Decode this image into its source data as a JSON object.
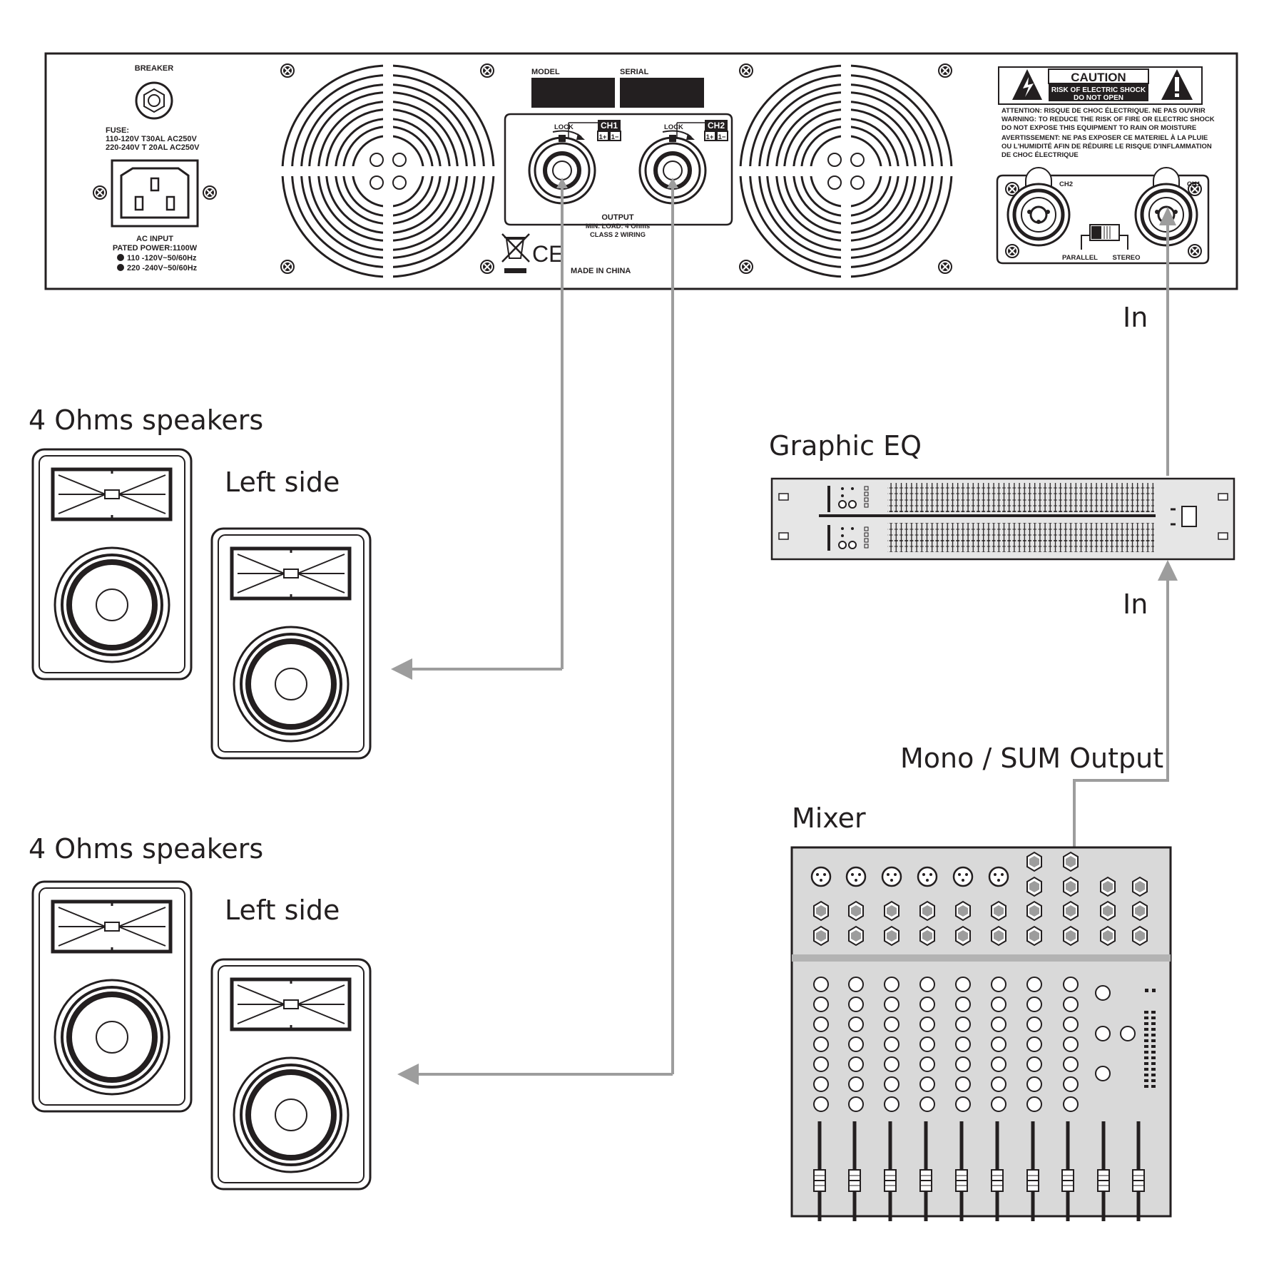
{
  "labels": {
    "speakers_top": "4 Ohms speakers",
    "speakers_bottom": "4 Ohms speakers",
    "left_side_top": "Left side",
    "left_side_bottom": "Left side",
    "graphic_eq": "Graphic EQ",
    "mixer": "Mixer",
    "in_amp": "In",
    "in_eq": "In",
    "mono_sum_output": "Mono / SUM Output"
  },
  "amp_panel": {
    "breaker": "BREAKER",
    "fuse": "FUSE:",
    "fuse_line1": "110-120V   T30AL  AC250V",
    "fuse_line2": "220-240V   T 20AL   AC250V",
    "ac_input": "AC INPUT",
    "rated_power": "PATED POWER:1100W",
    "volt1": "110 -120V~50/60Hz",
    "volt2": "220 -240V~50/60Hz",
    "model": "MODEL",
    "serial": "SERIAL",
    "lock": "LOCK",
    "ch1": "CH1",
    "ch2": "CH2",
    "polarity_plus": "1+",
    "polarity_minus": "1−",
    "output": "OUTPUT",
    "min_load": "MIN. LOAD: 4 Ohms",
    "class2": "CLASS 2 WIRING",
    "ce": "CE",
    "made_in": "MADE IN CHINA",
    "caution": "CAUTION",
    "risk1": "RISK OF ELECTRIC SHOCK",
    "risk2": "DO NOT OPEN",
    "warn1": "ATTENTION: RISQUE DE CHOC ÉLECTRIQUE. NE PAS OUVRIR",
    "warn2": "WARNING: TO REDUCE  THE  RISK OF FIRE OR ELECTRIC SHOCK",
    "warn3": "DO NOT EXPOSE THIS EQUIPMENT TO RAIN OR MOISTURE",
    "warn4": "AVERTISSEMENT: NE PAS EXPOSER CE MATERIEL À LA PLUIE",
    "warn5": "OU L'HUMIDITÉ AFIN DE RÉDUIRE LE RISQUE D'INFLAMMATION",
    "warn6": "DE CHOC ÉLECTRIQUE",
    "in_ch2": "CH2",
    "in_ch1": "CH1",
    "parallel": "PARALLEL",
    "stereo": "STEREO"
  },
  "colors": {
    "line": "#231f20",
    "cable": "#9d9d9d",
    "device_fill": "#e6e6e6",
    "mixer_fill": "#d9d9d9"
  },
  "icons": [
    "screw-icon",
    "fan-grille-icon",
    "speakon-connector-icon",
    "xlr-combo-jack-icon",
    "weee-bin-icon",
    "warning-triangle-icon",
    "arrow-icon"
  ]
}
